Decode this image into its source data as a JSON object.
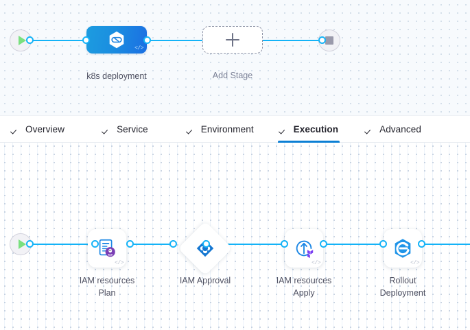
{
  "stage_canvas": {
    "start_node": {
      "icon": "play-icon"
    },
    "end_node": {
      "icon": "stop-icon"
    },
    "stages": [
      {
        "label": "k8s deployment",
        "icon": "harness-hexagon-icon",
        "badge": "</>"
      },
      {
        "label": "Add Stage",
        "icon": "plus-icon"
      }
    ]
  },
  "tabs": [
    {
      "label": "Overview",
      "checked": true,
      "active": false
    },
    {
      "label": "Service",
      "checked": true,
      "active": false
    },
    {
      "label": "Environment",
      "checked": true,
      "active": false
    },
    {
      "label": "Execution",
      "checked": true,
      "active": true
    },
    {
      "label": "Advanced",
      "checked": true,
      "active": false
    }
  ],
  "step_canvas": {
    "start_node": {
      "icon": "play-icon"
    },
    "steps": [
      {
        "label_line1": "IAM resources",
        "label_line2": "Plan",
        "icon": "terraform-plan-icon",
        "badge": "</>",
        "shape": "rounded"
      },
      {
        "label_line1": "IAM Approval",
        "label_line2": "",
        "icon": "approval-diamond-icon",
        "badge": "",
        "shape": "diamond"
      },
      {
        "label_line1": "IAM resources",
        "label_line2": "Apply",
        "icon": "terraform-apply-icon",
        "badge": "</>",
        "shape": "rounded"
      },
      {
        "label_line1": "Rollout",
        "label_line2": "Deployment",
        "icon": "argo-rollout-icon",
        "badge": "</>",
        "shape": "rounded"
      }
    ]
  },
  "colors": {
    "wire": "#14b3f7",
    "accent": "#0b7fd4",
    "stage_gradient_from": "#1c9ce0",
    "stage_gradient_to": "#1b6fe3",
    "play": "#7ae07f",
    "stop": "#9a9aab",
    "canvas_top_bg": "#f7fafd",
    "canvas_bottom_bg": "#ffffff"
  }
}
